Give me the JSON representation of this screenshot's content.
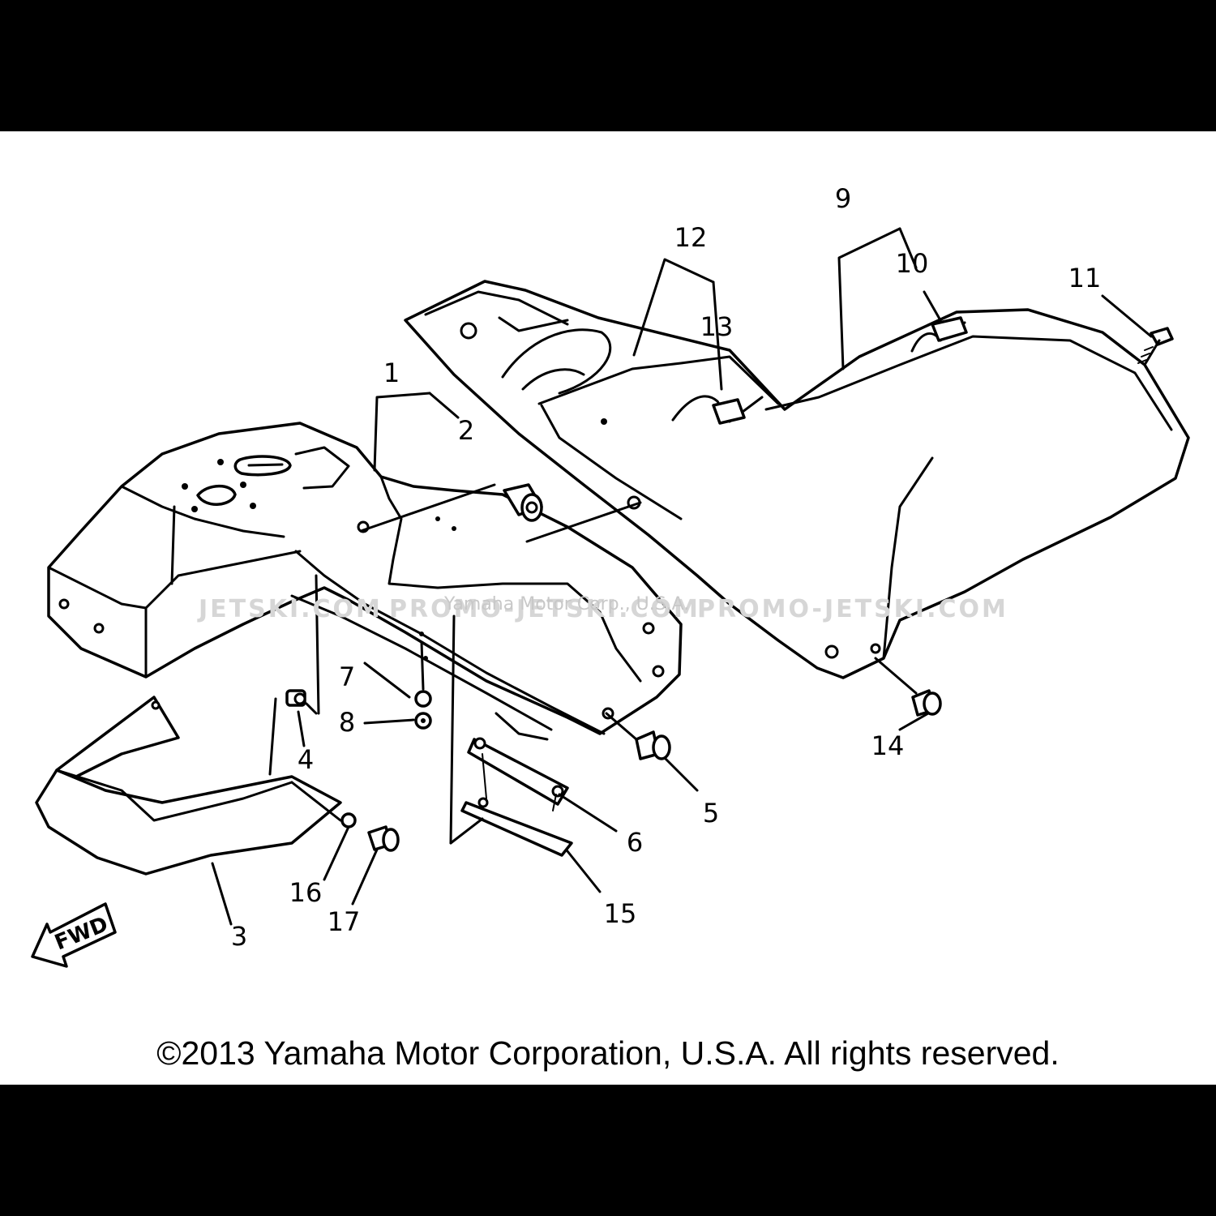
{
  "diagram": {
    "callouts": [
      "1",
      "2",
      "3",
      "4",
      "5",
      "6",
      "7",
      "8",
      "9",
      "10",
      "11",
      "12",
      "13",
      "14",
      "15",
      "16",
      "17"
    ],
    "direction_label": "FWD",
    "watermark": {
      "left": "JETSKI.COM",
      "middle": "PROMO-JETSKI.COM",
      "overlay": "Yamaha Motor Corp., U.S.A.",
      "right": "PROMO-JETSKI.COM"
    }
  },
  "footer": {
    "copyright": "©2013 Yamaha Motor Corporation, U.S.A. All rights reserved."
  }
}
